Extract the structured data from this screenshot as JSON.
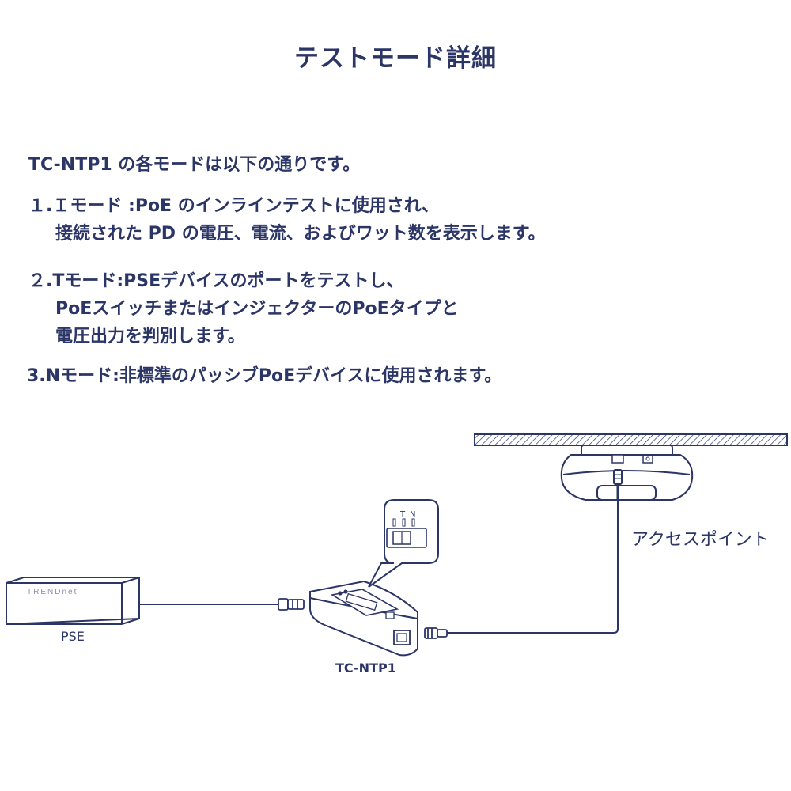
{
  "title": "テストモード詳細",
  "intro": "TC-NTP1 の各モードは以下の通りです。",
  "modes": [
    {
      "line1": "１.Ｉモード :PoE のインラインテストに使用され、",
      "line2": "接続された PD の電圧、電流、およびワット数を表示します。"
    },
    {
      "line1": "２.Tモード:PSEデバイスのポートをテストし、",
      "line2": "PoEスイッチまたはインジェクターのPoEタイプと",
      "line3": "電圧出力を判別します。"
    },
    {
      "line1": "3.Nモード:非標準のパッシブPoEデバイスに使用されます。"
    }
  ],
  "diagram": {
    "pse_label": "PSE",
    "pse_brand": "TRENDnet",
    "tester_label": "TC-NTP1",
    "ap_label": "アクセスポイント",
    "switch_positions": [
      "I",
      "T",
      "N"
    ],
    "line_color": "#2b3566"
  }
}
